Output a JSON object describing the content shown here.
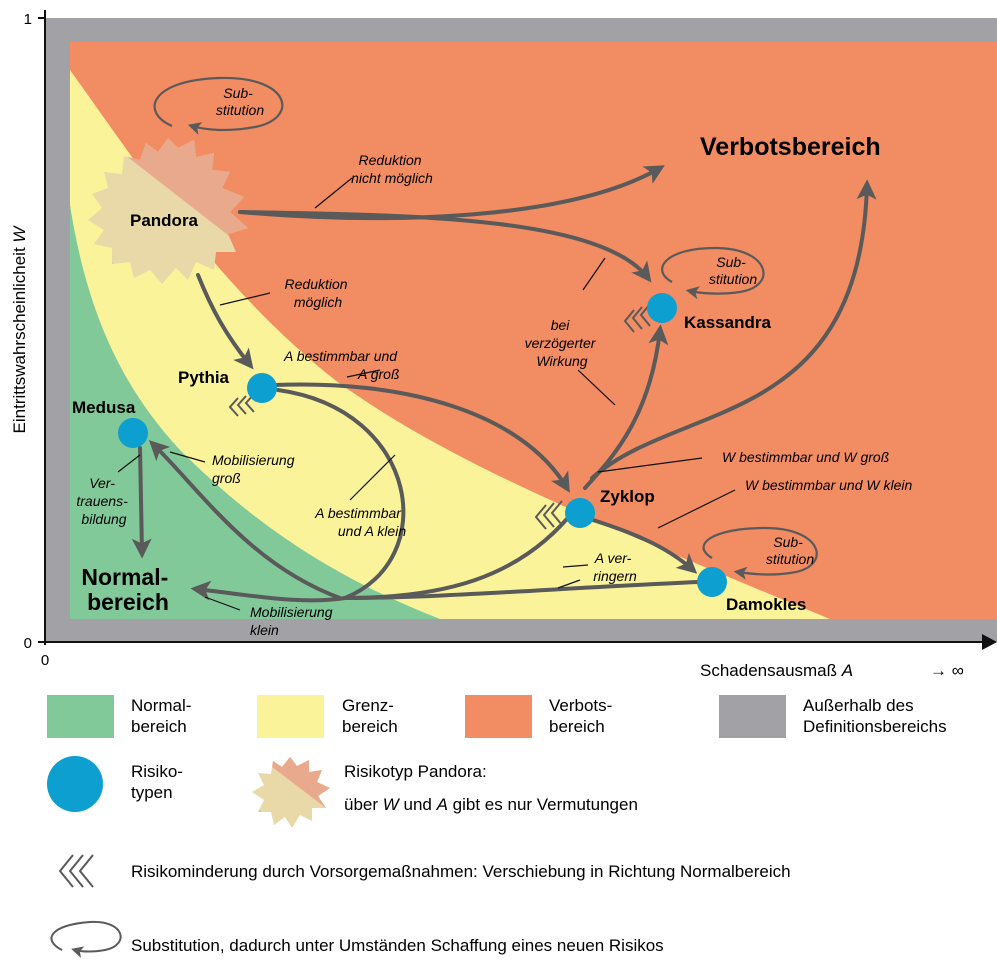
{
  "axes": {
    "y_label": "Eintrittswahrscheinlicheit",
    "y_var": "W",
    "y_top_tick": "1",
    "y_zero_tick": "0",
    "x_zero_tick": "0",
    "x_label": "Schadensausmaß",
    "x_var": "A",
    "x_infinity": "→ ∞"
  },
  "regions": {
    "verbot": "Verbotsbereich",
    "normal_line1": "Normal-",
    "normal_line2": "bereich"
  },
  "risk_types": {
    "pandora": "Pandora",
    "pythia": "Pythia",
    "medusa": "Medusa",
    "kassandra": "Kassandra",
    "zyklop": "Zyklop",
    "damokles": "Damokles"
  },
  "annotations": {
    "substitution_1": "Sub-",
    "substitution_2": "stitution",
    "reduktion_nm_1": "Reduktion",
    "reduktion_nm_2": "nicht möglich",
    "reduktion_m_1": "Reduktion",
    "reduktion_m_2": "möglich",
    "a_bestimmbar_gross_1": "A bestimmbar und",
    "a_bestimmbar_gross_2": "A groß",
    "mobilisierung_gross_1": "Mobilisierung",
    "mobilisierung_gross_2": "groß",
    "vertrauen_1": "Ver-",
    "vertrauen_2": "trauens-",
    "vertrauen_3": "bildung",
    "a_bestimmbar_klein_1": "A bestimmbar",
    "a_bestimmbar_klein_2": "und A klein",
    "bei_1": "bei",
    "bei_2": "verzögerter",
    "bei_3": "Wirkung",
    "w_gross": "W bestimmbar und W groß",
    "w_klein": "W bestimmbar und W klein",
    "a_verringern_1": "A ver-",
    "a_verringern_2": "ringern",
    "mobilisierung_klein_1": "Mobilisierung",
    "mobilisierung_klein_2": "klein"
  },
  "legend": {
    "normal_1": "Normal-",
    "normal_2": "bereich",
    "grenz_1": "Grenz-",
    "grenz_2": "bereich",
    "verbot_1": "Verbots-",
    "verbot_2": "bereich",
    "ausser_1": "Außerhalb des",
    "ausser_2": "Definitionsbereichs",
    "risiko_1": "Risiko-",
    "risiko_2": "typen",
    "pandora_1": "Risikotyp Pandora:",
    "pandora_2a": "über ",
    "pandora_2_w": "W",
    "pandora_2b": " und ",
    "pandora_2_a": "A",
    "pandora_2c": " gibt es nur Vermutungen",
    "vorsorge": "Risikominderung durch Vorsorgemaßnahmen: Verschiebung in Richtung Normalbereich",
    "substitution": "Substitution, dadurch unter Umständen Schaffung eines neuen Risikos"
  },
  "colors": {
    "normal": "#82c99a",
    "grenz": "#fbf39a",
    "verbot": "#f28c62",
    "ausser": "#a2a2a6",
    "risk_dot": "#0d9fcf",
    "arrow": "#5a5a5a"
  }
}
